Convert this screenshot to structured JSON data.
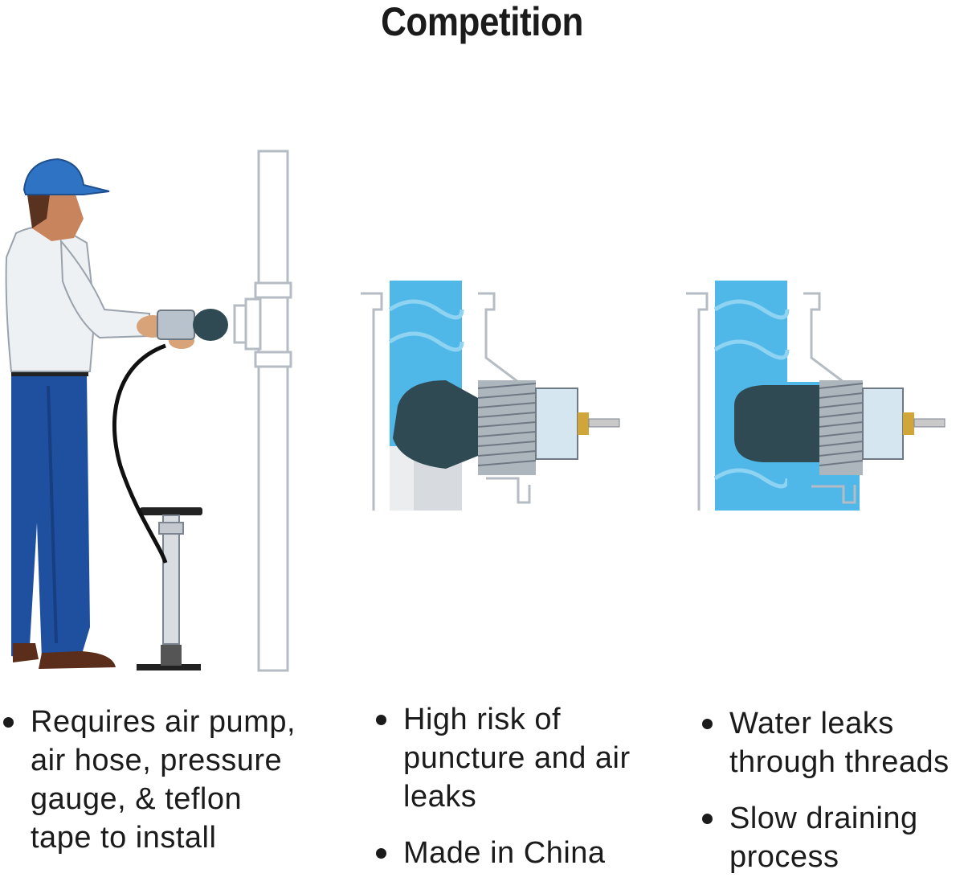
{
  "title": "Competition",
  "columns": [
    {
      "illustration": "worker-inflating-test-ball-icon",
      "bullets": [
        "Requires air pump, air hose, pressure gauge, & teflon tape to install"
      ]
    },
    {
      "illustration": "inflatable-ball-in-pipe-icon",
      "bullets": [
        "High risk of puncture and air leaks",
        "Made in China"
      ]
    },
    {
      "illustration": "threaded-plug-in-pipe-icon",
      "bullets": [
        "Water leaks through threads",
        "Slow draining process"
      ]
    }
  ],
  "colors": {
    "water": "#4fb8e8",
    "pipe_outline": "#b5bcc4",
    "rubber": "#2f4a52",
    "shirt": "#eef1f4",
    "pants": "#1f4f9f",
    "cap": "#2f74c4"
  }
}
